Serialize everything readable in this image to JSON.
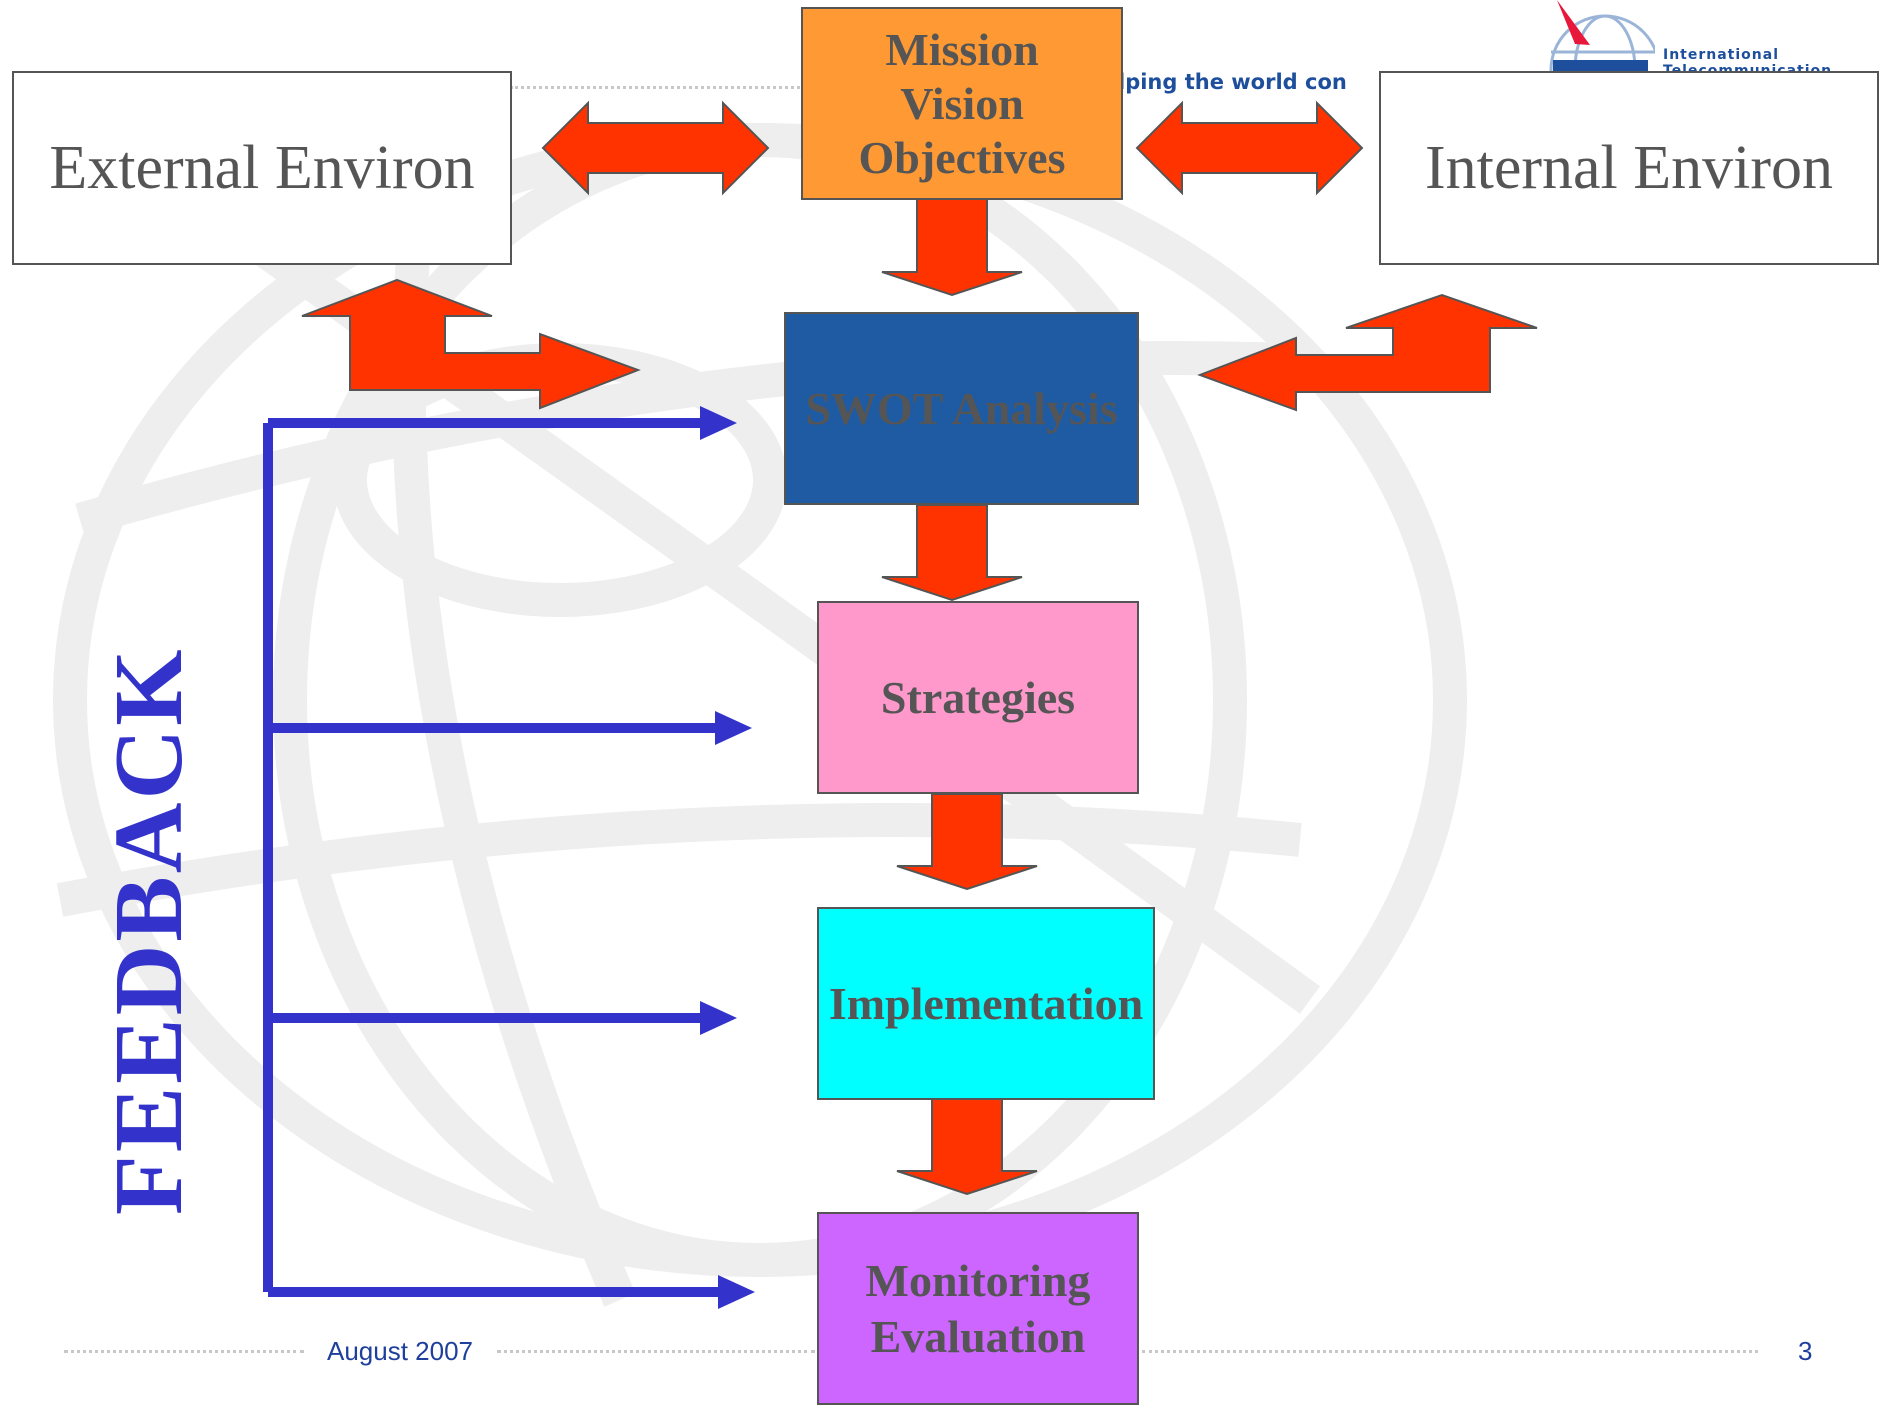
{
  "header": {
    "tagline": "lping the world con",
    "logo_text": "International",
    "logo_text_2": "Telecommunication"
  },
  "diagram": {
    "mission_box": {
      "lines": [
        "Mission",
        "Vision",
        "Objectives"
      ],
      "color": "#ff9933"
    },
    "external_box": {
      "label": "External Environ"
    },
    "internal_box": {
      "label": "Internal Environ"
    },
    "swot_box": {
      "label": "SWOT Analysis",
      "color": "#1e5ba3"
    },
    "strategies_box": {
      "label": "Strategies",
      "color": "#ff99cc"
    },
    "implementation_box": {
      "label": "Implementation",
      "color": "#00ffff"
    },
    "monitoring_box": {
      "lines": [
        "Monitoring",
        "Evaluation"
      ],
      "color": "#cc66ff"
    },
    "feedback_label": "FEEDBACK",
    "arrow_color": "#ff3300",
    "feedback_color": "#3333cc"
  },
  "footer": {
    "date": "August 2007",
    "page_number": "3"
  }
}
